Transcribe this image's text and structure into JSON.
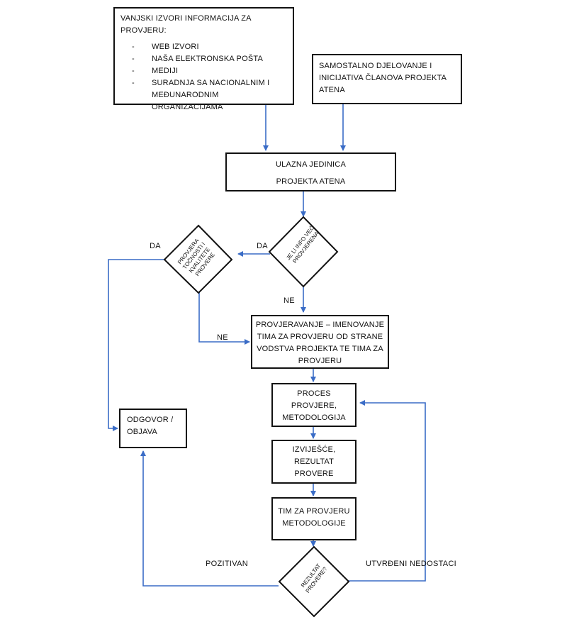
{
  "boxes": {
    "external_sources": {
      "title": "VANJSKI IZVORI INFORMACIJA ZA PROVJERU:",
      "items": [
        "WEB IZVORI",
        "NAŠA ELEKTRONSKA POŠTA",
        "MEDIJI",
        "SURADNJA SA NACIONALNIM I MEĐUNARODNIM ORGANIZACIJAMA"
      ]
    },
    "self_initiative": "SAMOSTALNO DJELOVANJE I INICIJATIVA ČLANOVA PROJEKTA ATENA",
    "entry_unit": {
      "line1": "ULAZNA JEDINICA",
      "line2": "PROJEKTA ATENA"
    },
    "verification_team": "PROVJERAVANJE – IMENOVANJE TIMA ZA PROVJERU OD STRANE VODSTVA PROJEKTA TE TIMA ZA PROVJERU",
    "process": "PROCES PROVJERE, METODOLOGIJA",
    "report": "IZVIJEŠĆE, REZULTAT PROVERE",
    "method_team": "TIM ZA PROVJERU METODOLOGIJE",
    "response": "ODGOVOR / OBJAVA"
  },
  "diamonds": {
    "already_verified": "JE LI INFO VEĆ PROVJERENA",
    "accuracy_check": "PROVJERA TOČNOSTI I KVALITETE PROVERE",
    "result": "REZULTAT PROVERE?"
  },
  "labels": {
    "da_left": "DA",
    "da_right": "DA",
    "ne_bottom": "NE",
    "ne_left": "NE",
    "pozitivan": "POZITIVAN",
    "nedostaci": "UTVRĐENI NEDOSTACI"
  },
  "colors": {
    "arrow": "#3a6cc6",
    "border": "#111111"
  }
}
